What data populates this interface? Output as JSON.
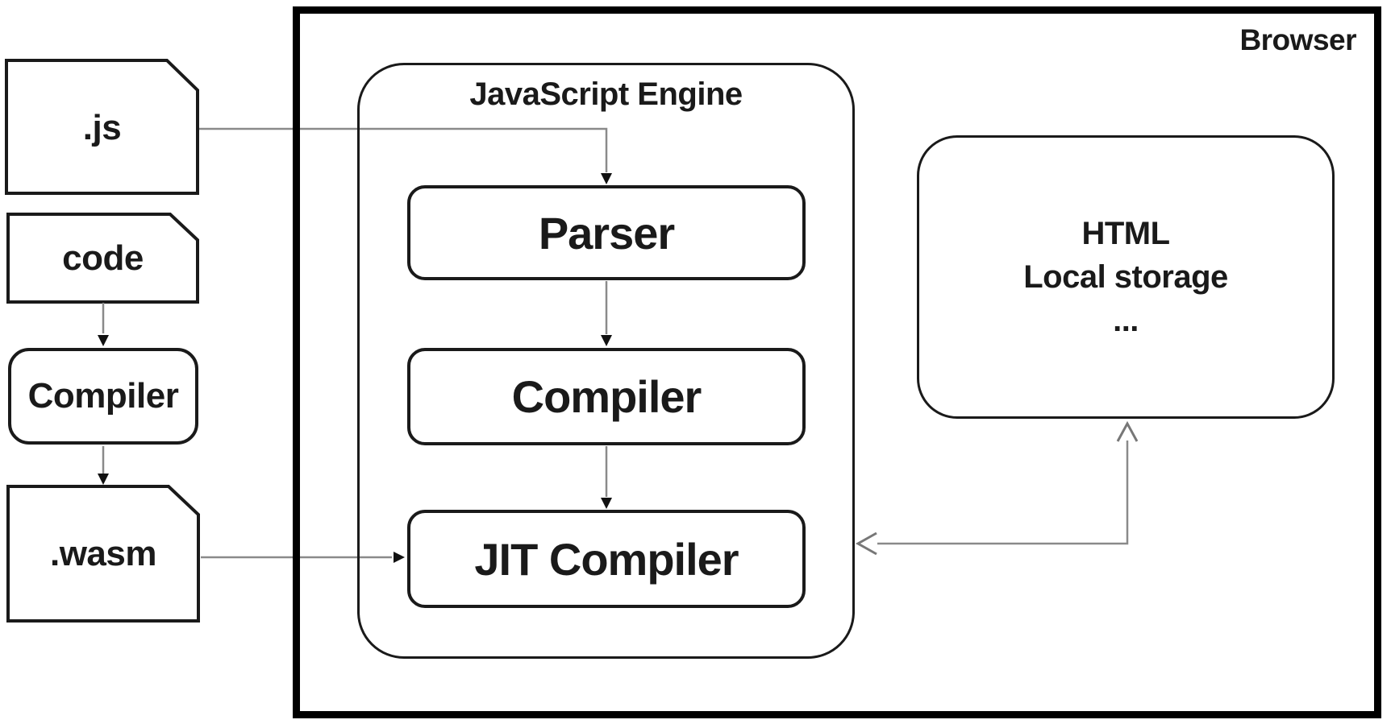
{
  "diagram": {
    "browser_label": "Browser",
    "engine_label": "JavaScript Engine",
    "files": {
      "js": ".js",
      "code": "code",
      "compiler": "Compiler",
      "wasm": ".wasm"
    },
    "engine_stages": {
      "parser": "Parser",
      "compiler": "Compiler",
      "jit": "JIT Compiler"
    },
    "storage": {
      "line1": "HTML",
      "line2": "Local storage",
      "line3": "..."
    },
    "colors": {
      "box_stroke": "#1a1a1a",
      "browser_stroke": "#000000",
      "arrow_line": "#8a8a8a",
      "arrowhead": "#111111",
      "background": "#ffffff",
      "text": "#1a1a1a"
    }
  }
}
